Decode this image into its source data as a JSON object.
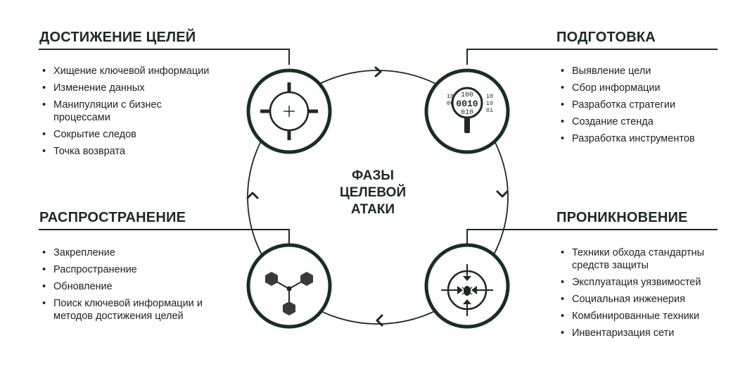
{
  "center": {
    "line1": "ФАЗЫ",
    "line2": "ЦЕЛЕВОЙ",
    "line3": "АТАКИ"
  },
  "phases": {
    "goals": {
      "title": "ДОСТИЖЕНИЕ ЦЕЛЕЙ",
      "items": [
        "Хищение ключевой информации",
        "Изменение данных",
        "Манипуляции с бизнес процессами",
        "Сокрытие следов",
        "Точка возврата"
      ],
      "icon": "crosshair-icon"
    },
    "preparation": {
      "title": "ПОДГОТОВКА",
      "items": [
        "Выявление цели",
        "Сбор информации",
        "Разработка стратегии",
        "Создание стенда",
        "Разработка инструментов"
      ],
      "icon": "binary-magnifier-icon",
      "icon_text": {
        "row1": "100",
        "row2": "0010",
        "row3": "010",
        "left1": "10",
        "left2": "00",
        "right1": "10",
        "right2": "10",
        "right3": "01"
      }
    },
    "spread": {
      "title": "РАСПРОСТРАНЕНИЕ",
      "items": [
        "Закрепление",
        "Распространение",
        "Обновление",
        "Поиск ключевой информации и методов достижения целей"
      ],
      "icon": "network-nodes-icon"
    },
    "penetration": {
      "title": "ПРОНИКНОВЕНИЕ",
      "items": [
        "Техники обхода стандартны средств защиты",
        "Эксплуатация уязвимостей",
        "Социальная инженерия",
        "Комбинированные техники",
        "Инвентаризация сети"
      ],
      "icon": "bug-target-icon"
    }
  },
  "colors": {
    "ring": "#17301f",
    "line": "#1b2a22",
    "text": "#222222"
  }
}
